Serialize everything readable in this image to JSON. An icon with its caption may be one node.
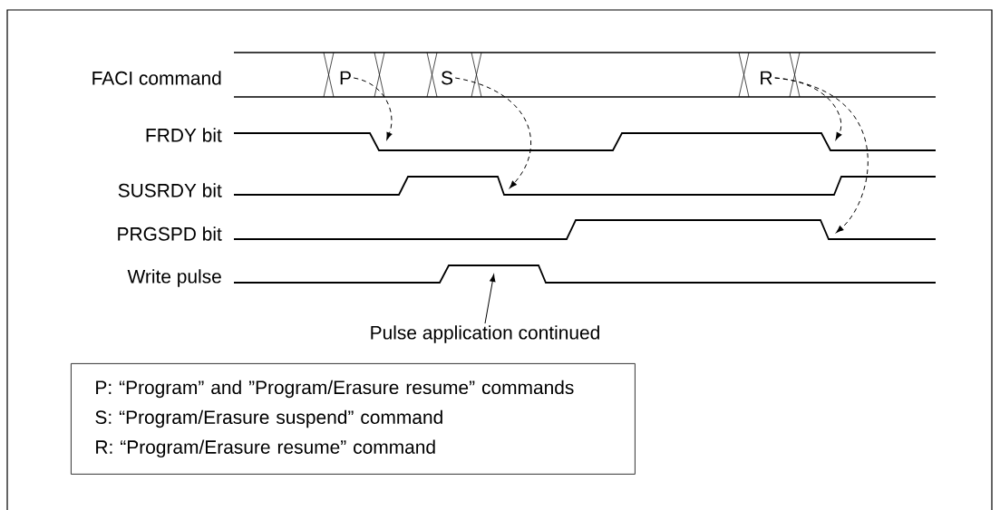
{
  "diagram": {
    "nodes": [
      {
        "text": [
          "P"
        ]
      },
      {
        "text": [
          "S"
        ]
      },
      {
        "text": [
          "R"
        ]
      },
      {
        "text": [
          "Pulse application continued"
        ]
      },
      {
        "text": [
          "P: “Program” and ”Program/Erasure resume” commands",
          "S: “Program/Erasure suspend” command",
          "R: “Program/Erasure resume” command"
        ]
      }
    ],
    "edges": [
      {
        "from": 0,
        "to": null,
        "arrow": "to",
        "style": "dashed"
      },
      {
        "from": 1,
        "to": null,
        "arrow": "to",
        "style": "dashed"
      },
      {
        "from": 2,
        "to": null,
        "arrow": "to",
        "style": "dashed"
      },
      {
        "from": 2,
        "to": null,
        "arrow": "to",
        "style": "dashed"
      },
      {
        "from": 3,
        "to": null,
        "arrow": "to"
      }
    ],
    "labels": [
      "FACI command",
      "FRDY bit",
      "SUSRDY bit",
      "PRGSPD bit",
      "Write pulse"
    ]
  }
}
